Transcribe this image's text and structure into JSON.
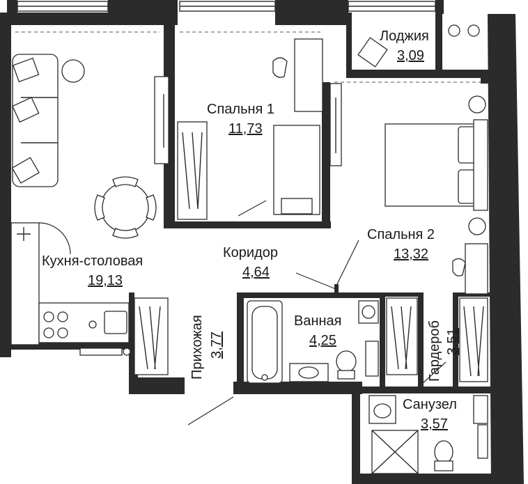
{
  "plan": {
    "rooms": [
      {
        "id": "loggia",
        "name": "Лоджия",
        "area": "3,09"
      },
      {
        "id": "bedroom1",
        "name": "Спальня 1",
        "area": "11,73"
      },
      {
        "id": "kitchen",
        "name": "Кухня-столовая",
        "area": "19,13"
      },
      {
        "id": "corridor",
        "name": "Коридор",
        "area": "4,64"
      },
      {
        "id": "bedroom2",
        "name": "Спальня 2",
        "area": "13,32"
      },
      {
        "id": "hallway",
        "name": "Прихожая",
        "area": "3,77"
      },
      {
        "id": "bathroom",
        "name": "Ванная",
        "area": "4,25"
      },
      {
        "id": "wardrobe",
        "name": "Гардероб",
        "area": "3,51"
      },
      {
        "id": "wc",
        "name": "Санузел",
        "area": "3,57"
      }
    ],
    "colors": {
      "wall": "#2b2b2b",
      "background": "#ffffff",
      "text": "#1a1a1a"
    }
  }
}
